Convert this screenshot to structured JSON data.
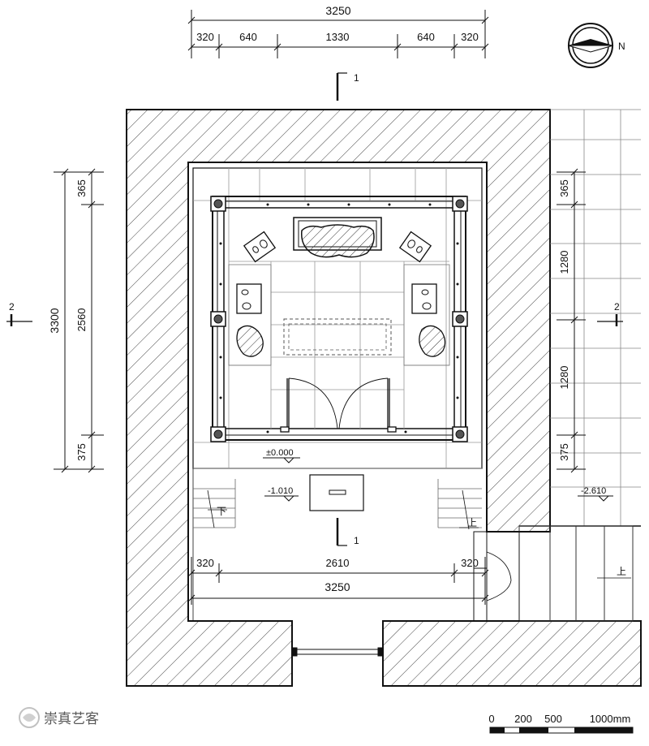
{
  "dims": {
    "top_total": "3250",
    "top_parts": [
      "320",
      "640",
      "1330",
      "640",
      "320"
    ],
    "bottom_parts": [
      "320",
      "2610",
      "320"
    ],
    "bottom_total": "3250",
    "left_total": "3300",
    "left_parts": [
      "365",
      "2560",
      "375"
    ],
    "right_parts": [
      "365",
      "1280",
      "1280",
      "375"
    ]
  },
  "north_label": "N",
  "section_1": "1",
  "section_2": "2",
  "elevations": {
    "floor": "±0.000",
    "lower": "-1.010",
    "outside": "-2.610"
  },
  "stairs": {
    "down": "下",
    "up": "上"
  },
  "scale_bar": {
    "labels": [
      "0",
      "200",
      "500",
      "1000mm"
    ]
  },
  "watermark": "崇真艺客"
}
